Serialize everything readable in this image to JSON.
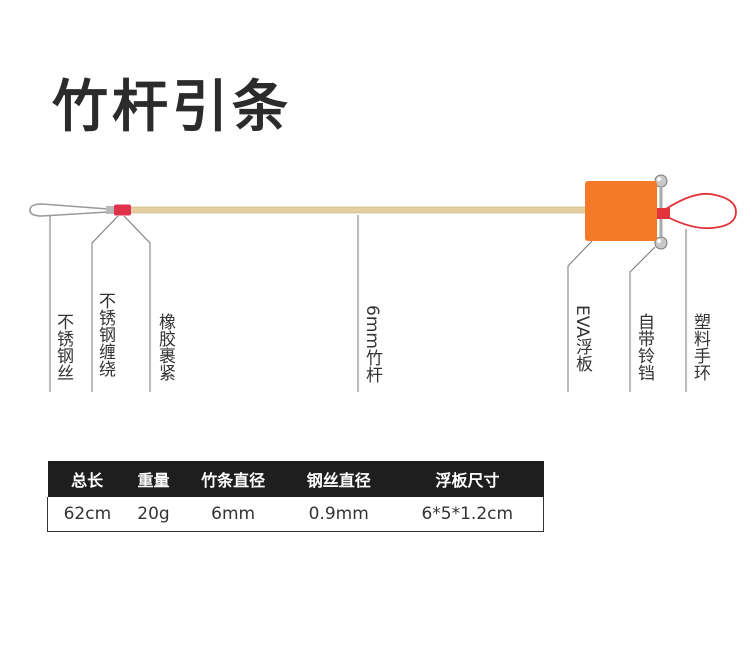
{
  "title": "竹杆引条",
  "colors": {
    "float": "#f47a2a",
    "rod": "#e3cfa1",
    "wrap": "#e0324a",
    "loop": "#e0333a",
    "header_bg": "#1e1e1e"
  },
  "labels": {
    "steel_wire": "不锈钢丝",
    "steel_wrap": "不锈钢缠绕",
    "rubber_wrap": "橡胶裹紧",
    "bamboo_rod": "6mm竹杆",
    "eva_float": "EVA浮板",
    "bell": "自带铃铛",
    "plastic_loop": "塑料手环"
  },
  "specs": {
    "headers": [
      "总长",
      "重量",
      "竹条直径",
      "钢丝直径",
      "浮板尺寸"
    ],
    "values": [
      "62cm",
      "20g",
      "6mm",
      "0.9mm",
      "6*5*1.2cm"
    ]
  }
}
